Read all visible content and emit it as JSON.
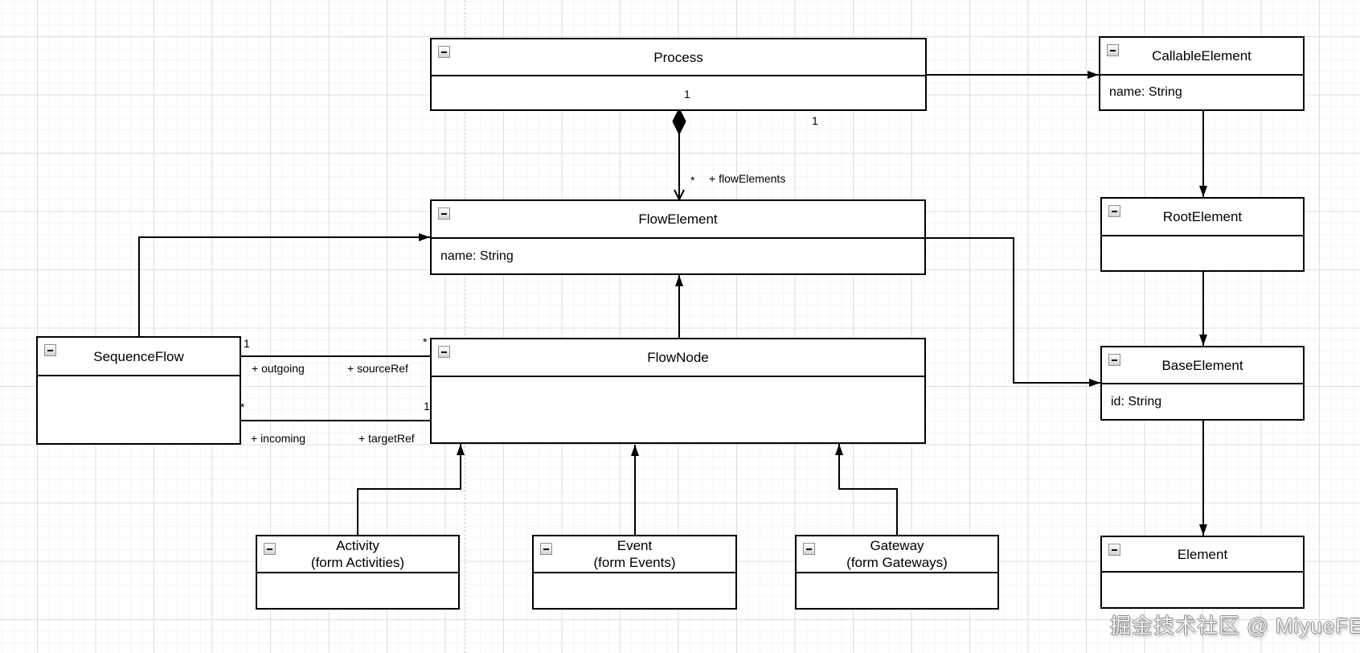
{
  "canvas": {
    "watermark": "掘金技术社区 @ MiyueFE"
  },
  "classes": [
    {
      "title": "Process",
      "subtitle": "",
      "attribute": ""
    },
    {
      "title": "CallableElement",
      "subtitle": "",
      "attribute": "name: String"
    },
    {
      "title": "RootElement",
      "subtitle": "",
      "attribute": ""
    },
    {
      "title": "FlowElement",
      "subtitle": "",
      "attribute": "name: String"
    },
    {
      "title": "SequenceFlow",
      "subtitle": "",
      "attribute": ""
    },
    {
      "title": "FlowNode",
      "subtitle": "",
      "attribute": ""
    },
    {
      "title": "BaseElement",
      "subtitle": "",
      "attribute": "id: String"
    },
    {
      "title": "Activity",
      "subtitle": "(form Activities)",
      "attribute": ""
    },
    {
      "title": "Event",
      "subtitle": "(form Events)",
      "attribute": ""
    },
    {
      "title": "Gateway",
      "subtitle": "(form Gateways)",
      "attribute": ""
    },
    {
      "title": "Element",
      "subtitle": "",
      "attribute": ""
    }
  ],
  "edge_labels": {
    "callable_mult": "1",
    "flowelements_source_mult": "1",
    "flowelements_target_mult": "*",
    "flowelements_name": "+ flowElements",
    "outgoing_mult": "1",
    "outgoing_name": "+ outgoing",
    "sourceref_mult": "*",
    "sourceref_name": "+ sourceRef",
    "incoming_mult": "*",
    "incoming_name": "+ incoming",
    "targetref_mult": "1",
    "targetref_name": "+ targetRef"
  },
  "colors": {
    "stroke": "#000000",
    "box_fill": "#ffffff",
    "grid_minor": "#f5f5f5",
    "grid_major": "#dddddd",
    "watermark_outline": "#8a8a8a"
  }
}
